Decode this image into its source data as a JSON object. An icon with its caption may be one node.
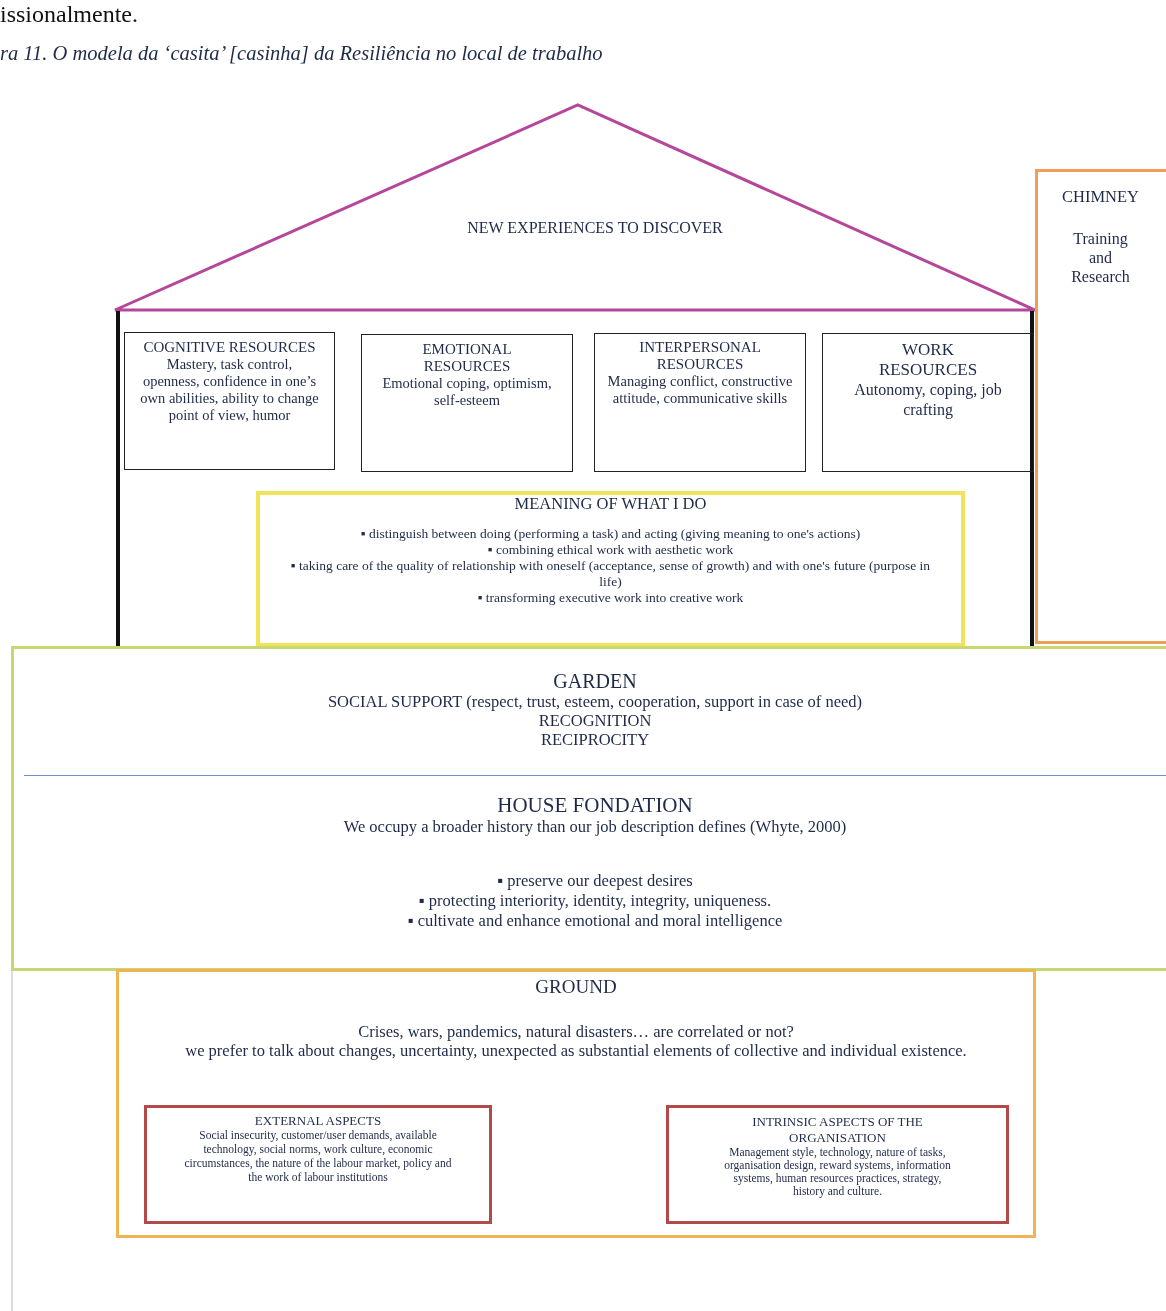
{
  "diagram": {
    "caption": "ra 11. O modela da ‘casita’ [casinha] da Resiliência no local de trabalho",
    "nodes": [
      {
        "text": [
          "NEW EXPERIENCES TO DISCOVER"
        ]
      },
      {
        "text": [],
        "shape": "box"
      },
      {
        "text": [
          "COGNITIVE RESOURCES",
          "Mastery, task control, openness, confidence in one’s own abilities, ability to change point of view, humor"
        ],
        "in": 1
      },
      {
        "text": [
          "EMOTIONAL RESOURCES",
          "Emotional coping, optimism, self-esteem"
        ],
        "in": 1
      },
      {
        "text": [
          "INTERPERSONAL RESOURCES",
          "Managing conflict, constructive attitude, communicative skills"
        ],
        "in": 1
      },
      {
        "text": [
          "WORK RESOURCES",
          "Autonomy, coping, job crafting"
        ],
        "in": 1
      },
      {
        "text": [
          "MEANING OF WHAT I DO",
          "▪ distinguish between doing (performing a task) and acting (giving meaning to one's actions)",
          "▪ combining ethical work with aesthetic work",
          "▪ taking care of the quality of relationship with oneself (acceptance, sense of growth) and with one's future (purpose in life)",
          "▪ transforming executive work into creative work"
        ],
        "in": 1
      },
      {
        "text": [
          "CHIMNEY",
          "Training and Research"
        ]
      },
      {
        "text": [
          "GARDEN",
          "SOCIAL SUPPORT (respect, trust, esteem, cooperation, support in case of need)",
          "RECOGNITION",
          "RECIPROCITY",
          "HOUSE FONDATION",
          "We occupy a broader history than our job description defines (Whyte, 2000)",
          "▪ preserve our deepest desires",
          "▪ protecting interiority, identity, integrity, uniqueness.",
          "▪ cultivate and enhance emotional and moral intelligence"
        ]
      },
      {
        "text": [
          "GROUND",
          "Crises, wars, pandemics, natural disasters… are correlated or not?",
          "we prefer to talk about changes, uncertainty, unexpected as substantial elements of collective and individual existence."
        ]
      },
      {
        "text": [
          "EXTERNAL ASPECTS",
          "Social insecurity, customer/user demands, available technology, social norms, work culture, economic circumstances, the nature of the labour market, policy and the work of labour institutions"
        ],
        "in": 9
      },
      {
        "text": [
          "INTRINSIC ASPECTS OF THE ORGANISATION",
          "Management style, technology, nature of tasks, organisation design, reward systems, information systems, human resources practices, strategy, history and culture."
        ],
        "in": 9
      }
    ],
    "labels": [
      "issionalmente."
    ]
  }
}
